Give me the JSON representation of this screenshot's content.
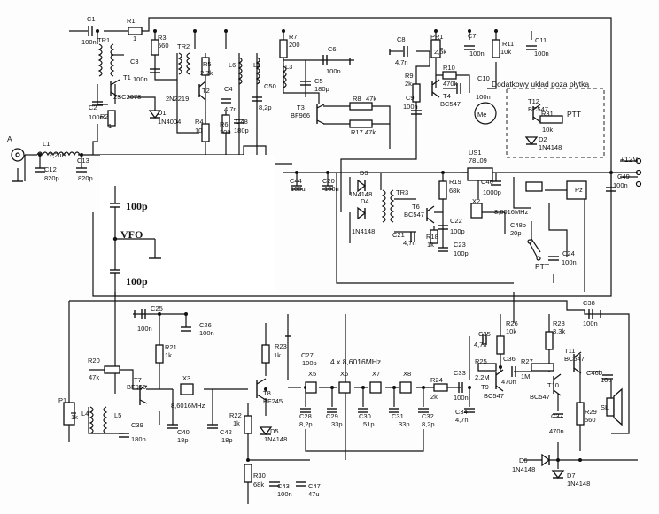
{
  "annotation": {
    "title": "Dodatkowy układ poza płytką",
    "vfo": "VFO",
    "vfo_cap_top": "100p",
    "vfo_cap_bottom": "100p",
    "supply": "+12V",
    "antenna": "A",
    "ptt1": "PTT",
    "ptt2": "PTT",
    "crystals": "4 x 8,6016MHz"
  },
  "components": [
    {
      "ref": "C1",
      "value": "100n"
    },
    {
      "ref": "R1",
      "value": "1"
    },
    {
      "ref": "TR1",
      "value": ""
    },
    {
      "ref": "R3",
      "value": "560"
    },
    {
      "ref": "C3",
      "value": "100n"
    },
    {
      "ref": "T1",
      "value": "2SC2078"
    },
    {
      "ref": "C2",
      "value": "100n"
    },
    {
      "ref": "R2",
      "value": "1"
    },
    {
      "ref": "D1",
      "value": "1N4004"
    },
    {
      "ref": "TR2",
      "value": ""
    },
    {
      "ref": "R5",
      "value": "2,7k"
    },
    {
      "ref": "T2",
      "value": "2N2219"
    },
    {
      "ref": "R4",
      "value": "10"
    },
    {
      "ref": "R6",
      "value": "200"
    },
    {
      "ref": "L6",
      "value": ""
    },
    {
      "ref": "C4",
      "value": "4,7n"
    },
    {
      "ref": "L2",
      "value": ""
    },
    {
      "ref": "C48",
      "value": "180p"
    },
    {
      "ref": "C50",
      "value": "8,2p"
    },
    {
      "ref": "R7",
      "value": "200"
    },
    {
      "ref": "L3",
      "value": ""
    },
    {
      "ref": "C6",
      "value": "100n"
    },
    {
      "ref": "C5",
      "value": "180p"
    },
    {
      "ref": "T3",
      "value": "BF966"
    },
    {
      "ref": "R8",
      "value": "47k"
    },
    {
      "ref": "R17",
      "value": "47k"
    },
    {
      "ref": "C8",
      "value": "4,7n"
    },
    {
      "ref": "PR1",
      "value": "2,5k"
    },
    {
      "ref": "R9",
      "value": "2k"
    },
    {
      "ref": "C9",
      "value": "100n"
    },
    {
      "ref": "C7",
      "value": "100n"
    },
    {
      "ref": "R11",
      "value": "10k"
    },
    {
      "ref": "C11",
      "value": "100n"
    },
    {
      "ref": "R10",
      "value": "470k"
    },
    {
      "ref": "T4",
      "value": "BC547"
    },
    {
      "ref": "C10",
      "value": "100n"
    },
    {
      "ref": "Me",
      "value": ""
    },
    {
      "ref": "T12",
      "value": "BC547"
    },
    {
      "ref": "R31",
      "value": "10k"
    },
    {
      "ref": "D2",
      "value": "1N4148"
    },
    {
      "ref": "L1",
      "value": "2,2uH"
    },
    {
      "ref": "C12",
      "value": "820p"
    },
    {
      "ref": "C13",
      "value": "820p"
    },
    {
      "ref": "C44",
      "value": "100u"
    },
    {
      "ref": "C20",
      "value": "100n"
    },
    {
      "ref": "D3",
      "value": "1N4148"
    },
    {
      "ref": "D4",
      "value": "1N4148"
    },
    {
      "ref": "TR3",
      "value": ""
    },
    {
      "ref": "US1",
      "value": "78L09"
    },
    {
      "ref": "C46",
      "value": "1000p"
    },
    {
      "ref": "R19",
      "value": "68k"
    },
    {
      "ref": "T6",
      "value": "BC547"
    },
    {
      "ref": "C22",
      "value": "100p"
    },
    {
      "ref": "X2",
      "value": "8,6016MHz"
    },
    {
      "ref": "C21",
      "value": "4,7n"
    },
    {
      "ref": "R18",
      "value": "1k"
    },
    {
      "ref": "C23",
      "value": "100p"
    },
    {
      "ref": "C48b",
      "value": "20p"
    },
    {
      "ref": "C24",
      "value": "100n"
    },
    {
      "ref": "C49",
      "value": "100n"
    },
    {
      "ref": "Pz",
      "value": ""
    },
    {
      "ref": "C25",
      "value": "100n"
    },
    {
      "ref": "C26",
      "value": "100n"
    },
    {
      "ref": "C38",
      "value": "100n"
    },
    {
      "ref": "R21",
      "value": "1k"
    },
    {
      "ref": "R20",
      "value": "47k"
    },
    {
      "ref": "T7",
      "value": "BF966"
    },
    {
      "ref": "X3",
      "value": "8,6016MHz"
    },
    {
      "ref": "P1",
      "value": "1k"
    },
    {
      "ref": "L4",
      "value": ""
    },
    {
      "ref": "L5",
      "value": ""
    },
    {
      "ref": "C39",
      "value": "180p"
    },
    {
      "ref": "C40",
      "value": "18p"
    },
    {
      "ref": "C42",
      "value": "18p"
    },
    {
      "ref": "R22",
      "value": "1k"
    },
    {
      "ref": "R23",
      "value": "1k"
    },
    {
      "ref": "C27",
      "value": "100p"
    },
    {
      "ref": "T8",
      "value": "BF245"
    },
    {
      "ref": "D5",
      "value": "1N4148"
    },
    {
      "ref": "X5",
      "value": ""
    },
    {
      "ref": "X6",
      "value": ""
    },
    {
      "ref": "X7",
      "value": ""
    },
    {
      "ref": "X8",
      "value": ""
    },
    {
      "ref": "C28",
      "value": "8,2p"
    },
    {
      "ref": "C29",
      "value": "33p"
    },
    {
      "ref": "C30",
      "value": "51p"
    },
    {
      "ref": "C31",
      "value": "33p"
    },
    {
      "ref": "C32",
      "value": "8,2p"
    },
    {
      "ref": "R24",
      "value": "2k"
    },
    {
      "ref": "C33",
      "value": "100n"
    },
    {
      "ref": "C34",
      "value": "4,7n"
    },
    {
      "ref": "C35",
      "value": "4,7n"
    },
    {
      "ref": "R25",
      "value": "2,2M"
    },
    {
      "ref": "R26",
      "value": "10k"
    },
    {
      "ref": "T9",
      "value": "BC547"
    },
    {
      "ref": "C36",
      "value": "470n"
    },
    {
      "ref": "R27",
      "value": "1M"
    },
    {
      "ref": "T10",
      "value": "BC547"
    },
    {
      "ref": "R28",
      "value": "3,3k"
    },
    {
      "ref": "T11",
      "value": "BC547"
    },
    {
      "ref": "C37",
      "value": "470n"
    },
    {
      "ref": "R29",
      "value": "560"
    },
    {
      "ref": "C46b",
      "value": "10u"
    },
    {
      "ref": "SL",
      "value": ""
    },
    {
      "ref": "D6",
      "value": "1N4148"
    },
    {
      "ref": "D7",
      "value": "1N4148"
    },
    {
      "ref": "R30",
      "value": "68k"
    },
    {
      "ref": "C43",
      "value": "100n"
    },
    {
      "ref": "C47",
      "value": "47u"
    }
  ]
}
